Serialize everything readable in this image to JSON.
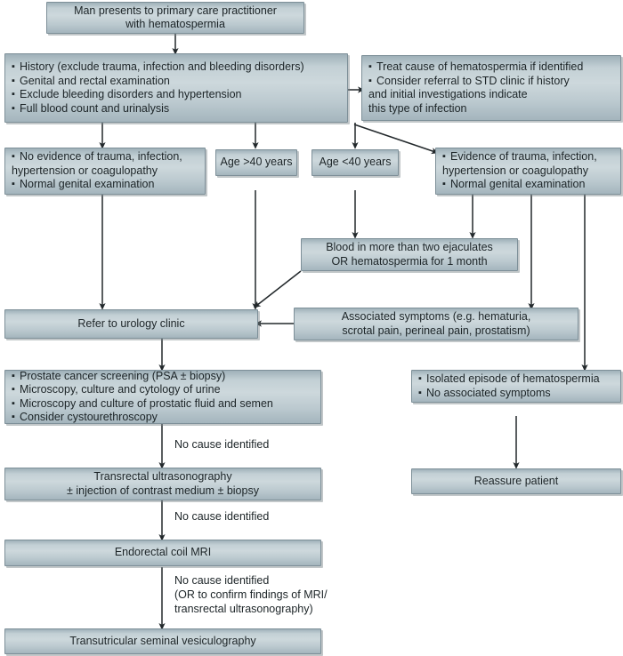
{
  "diagram": {
    "title": "Hematospermia management flowchart",
    "colors": {
      "box_fill_light": "#cdd8dc",
      "box_fill_dark": "#9fb1b9",
      "box_border": "#7d8f98",
      "text": "#1c2427",
      "arrow": "#22282b",
      "background": "#ffffff"
    },
    "nodes": [
      {
        "id": "presentation",
        "lines": [
          "Man presents to primary care practitioner",
          "with hematospermia"
        ],
        "align": "center"
      },
      {
        "id": "initial-assessment",
        "lines": [
          "History (exclude trauma, infection and bleeding disorders)",
          "Genital and rectal examination",
          "Exclude bleeding disorders and hypertension",
          "Full blood count and urinalysis"
        ],
        "align": "left",
        "bullets": [
          true,
          true,
          true,
          true
        ]
      },
      {
        "id": "treat-cause",
        "lines": [
          "Treat cause of hematospermia if identified",
          "Consider referral to STD clinic if history",
          "and initial investigations indicate",
          "this type of infection"
        ],
        "align": "left",
        "bullets": [
          true,
          true,
          false,
          false
        ]
      },
      {
        "id": "no-evidence",
        "lines": [
          "No evidence of trauma, infection,",
          "hypertension or coagulopathy",
          "Normal genital examination"
        ],
        "align": "left",
        "bullets": [
          true,
          false,
          true
        ]
      },
      {
        "id": "age-over-40",
        "lines": [
          "Age >40 years"
        ],
        "align": "center"
      },
      {
        "id": "age-under-40",
        "lines": [
          "Age <40 years"
        ],
        "align": "center"
      },
      {
        "id": "evidence-of-trauma",
        "lines": [
          "Evidence of trauma, infection,",
          "hypertension or coagulopathy",
          "Normal genital examination"
        ],
        "align": "left",
        "bullets": [
          true,
          false,
          true
        ]
      },
      {
        "id": "blood-two-ejaculates",
        "lines": [
          "Blood in more than two ejaculates",
          "OR hematospermia for 1 month"
        ],
        "align": "center"
      },
      {
        "id": "refer-urology",
        "lines": [
          "Refer to urology clinic"
        ],
        "align": "center"
      },
      {
        "id": "associated-symptoms",
        "lines": [
          "Associated symptoms (e.g. hematuria,",
          "scrotal pain, perineal pain, prostatism)"
        ],
        "align": "center"
      },
      {
        "id": "screening-workup",
        "lines": [
          "Prostate cancer screening (PSA ± biopsy)",
          "Microscopy, culture and cytology of urine",
          "Microscopy and culture of prostatic fluid and semen",
          "Consider cystourethroscopy"
        ],
        "align": "left",
        "bullets": [
          true,
          true,
          true,
          true
        ]
      },
      {
        "id": "isolated-episode",
        "lines": [
          "Isolated episode of hematospermia",
          "No associated symptoms"
        ],
        "align": "left",
        "bullets": [
          true,
          true
        ]
      },
      {
        "id": "transrectal-us",
        "lines": [
          "Transrectal ultrasonography",
          "± injection of contrast medium ± biopsy"
        ],
        "align": "center"
      },
      {
        "id": "reassure-patient",
        "lines": [
          "Reassure patient"
        ],
        "align": "center"
      },
      {
        "id": "endorectal-mri",
        "lines": [
          "Endorectal coil MRI"
        ],
        "align": "center"
      },
      {
        "id": "seminal-vesiculography",
        "lines": [
          "Transutricular seminal vesiculography"
        ],
        "align": "center"
      }
    ],
    "edge_labels": [
      {
        "id": "no-cause-1",
        "lines": [
          "No cause identified"
        ]
      },
      {
        "id": "no-cause-2",
        "lines": [
          "No cause identified"
        ]
      },
      {
        "id": "no-cause-3",
        "lines": [
          "No cause identified",
          "(OR to confirm findings of MRI/",
          "transrectal ultrasonography)"
        ]
      }
    ]
  }
}
